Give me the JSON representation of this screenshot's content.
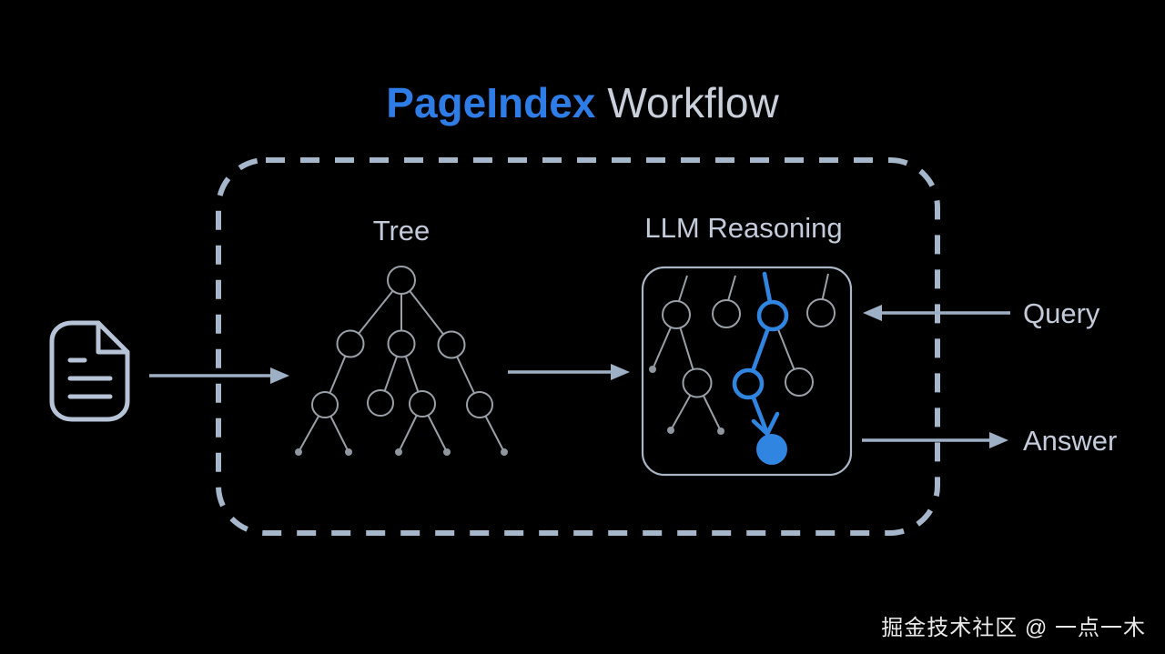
{
  "title": {
    "brand": "PageIndex",
    "rest": "Workflow"
  },
  "workflow": {
    "tree_label": "Tree",
    "llm_label": "LLM Reasoning",
    "query_label": "Query",
    "answer_label": "Answer"
  },
  "watermark": "掘金技术社区 @ 一点一木",
  "icons": {
    "document": "document-icon",
    "arrows": [
      "document-to-workflow-arrow",
      "tree-to-llm-arrow",
      "query-input-arrow",
      "answer-output-arrow"
    ]
  },
  "colors": {
    "background": "#000000",
    "title_blue": "#2e7de6",
    "title_gray": "#c9d0dc",
    "label_gray": "#c3cbdb",
    "dash_border": "#a6b7cc",
    "arrow": "#9db0c6",
    "doc_icon": "#b7c4d8",
    "tree_stroke": "#9aa0a9",
    "leaf_dot": "#8f969f",
    "llm_box_border": "#aab6c6",
    "highlight_blue": "#2f85e0",
    "watermark": "#eaeaea"
  }
}
